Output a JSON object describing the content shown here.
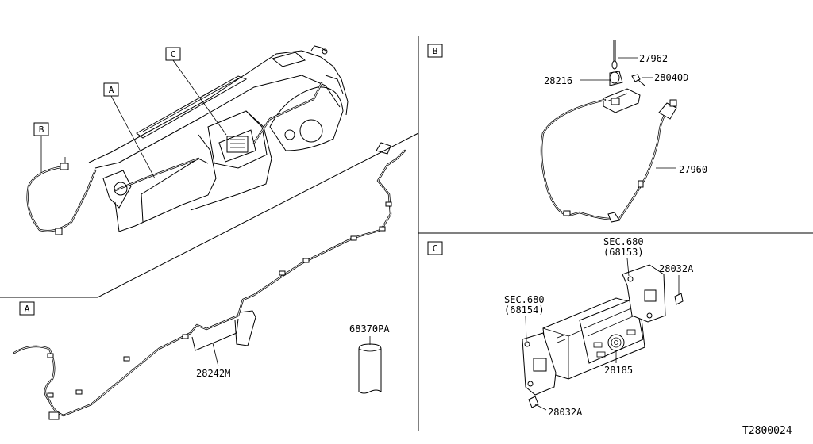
{
  "section_labels": {
    "main_a": "A",
    "main_b": "B",
    "main_c": "C",
    "panel_a": "A",
    "panel_b": "B",
    "panel_c": "C"
  },
  "parts": {
    "p27962": "27962",
    "p28216": "28216",
    "p28040D": "28040D",
    "p27960": "27960",
    "p68370PA": "68370PA",
    "p28242M": "28242M",
    "sec680_a_line1": "SEC.680",
    "sec680_a_line2": "(68153)",
    "p28032A_top": "28032A",
    "sec680_b_line1": "SEC.680",
    "sec680_b_line2": "(68154)",
    "p28185": "28185",
    "p28032A_bottom": "28032A"
  },
  "diagram_code": "T2800024"
}
